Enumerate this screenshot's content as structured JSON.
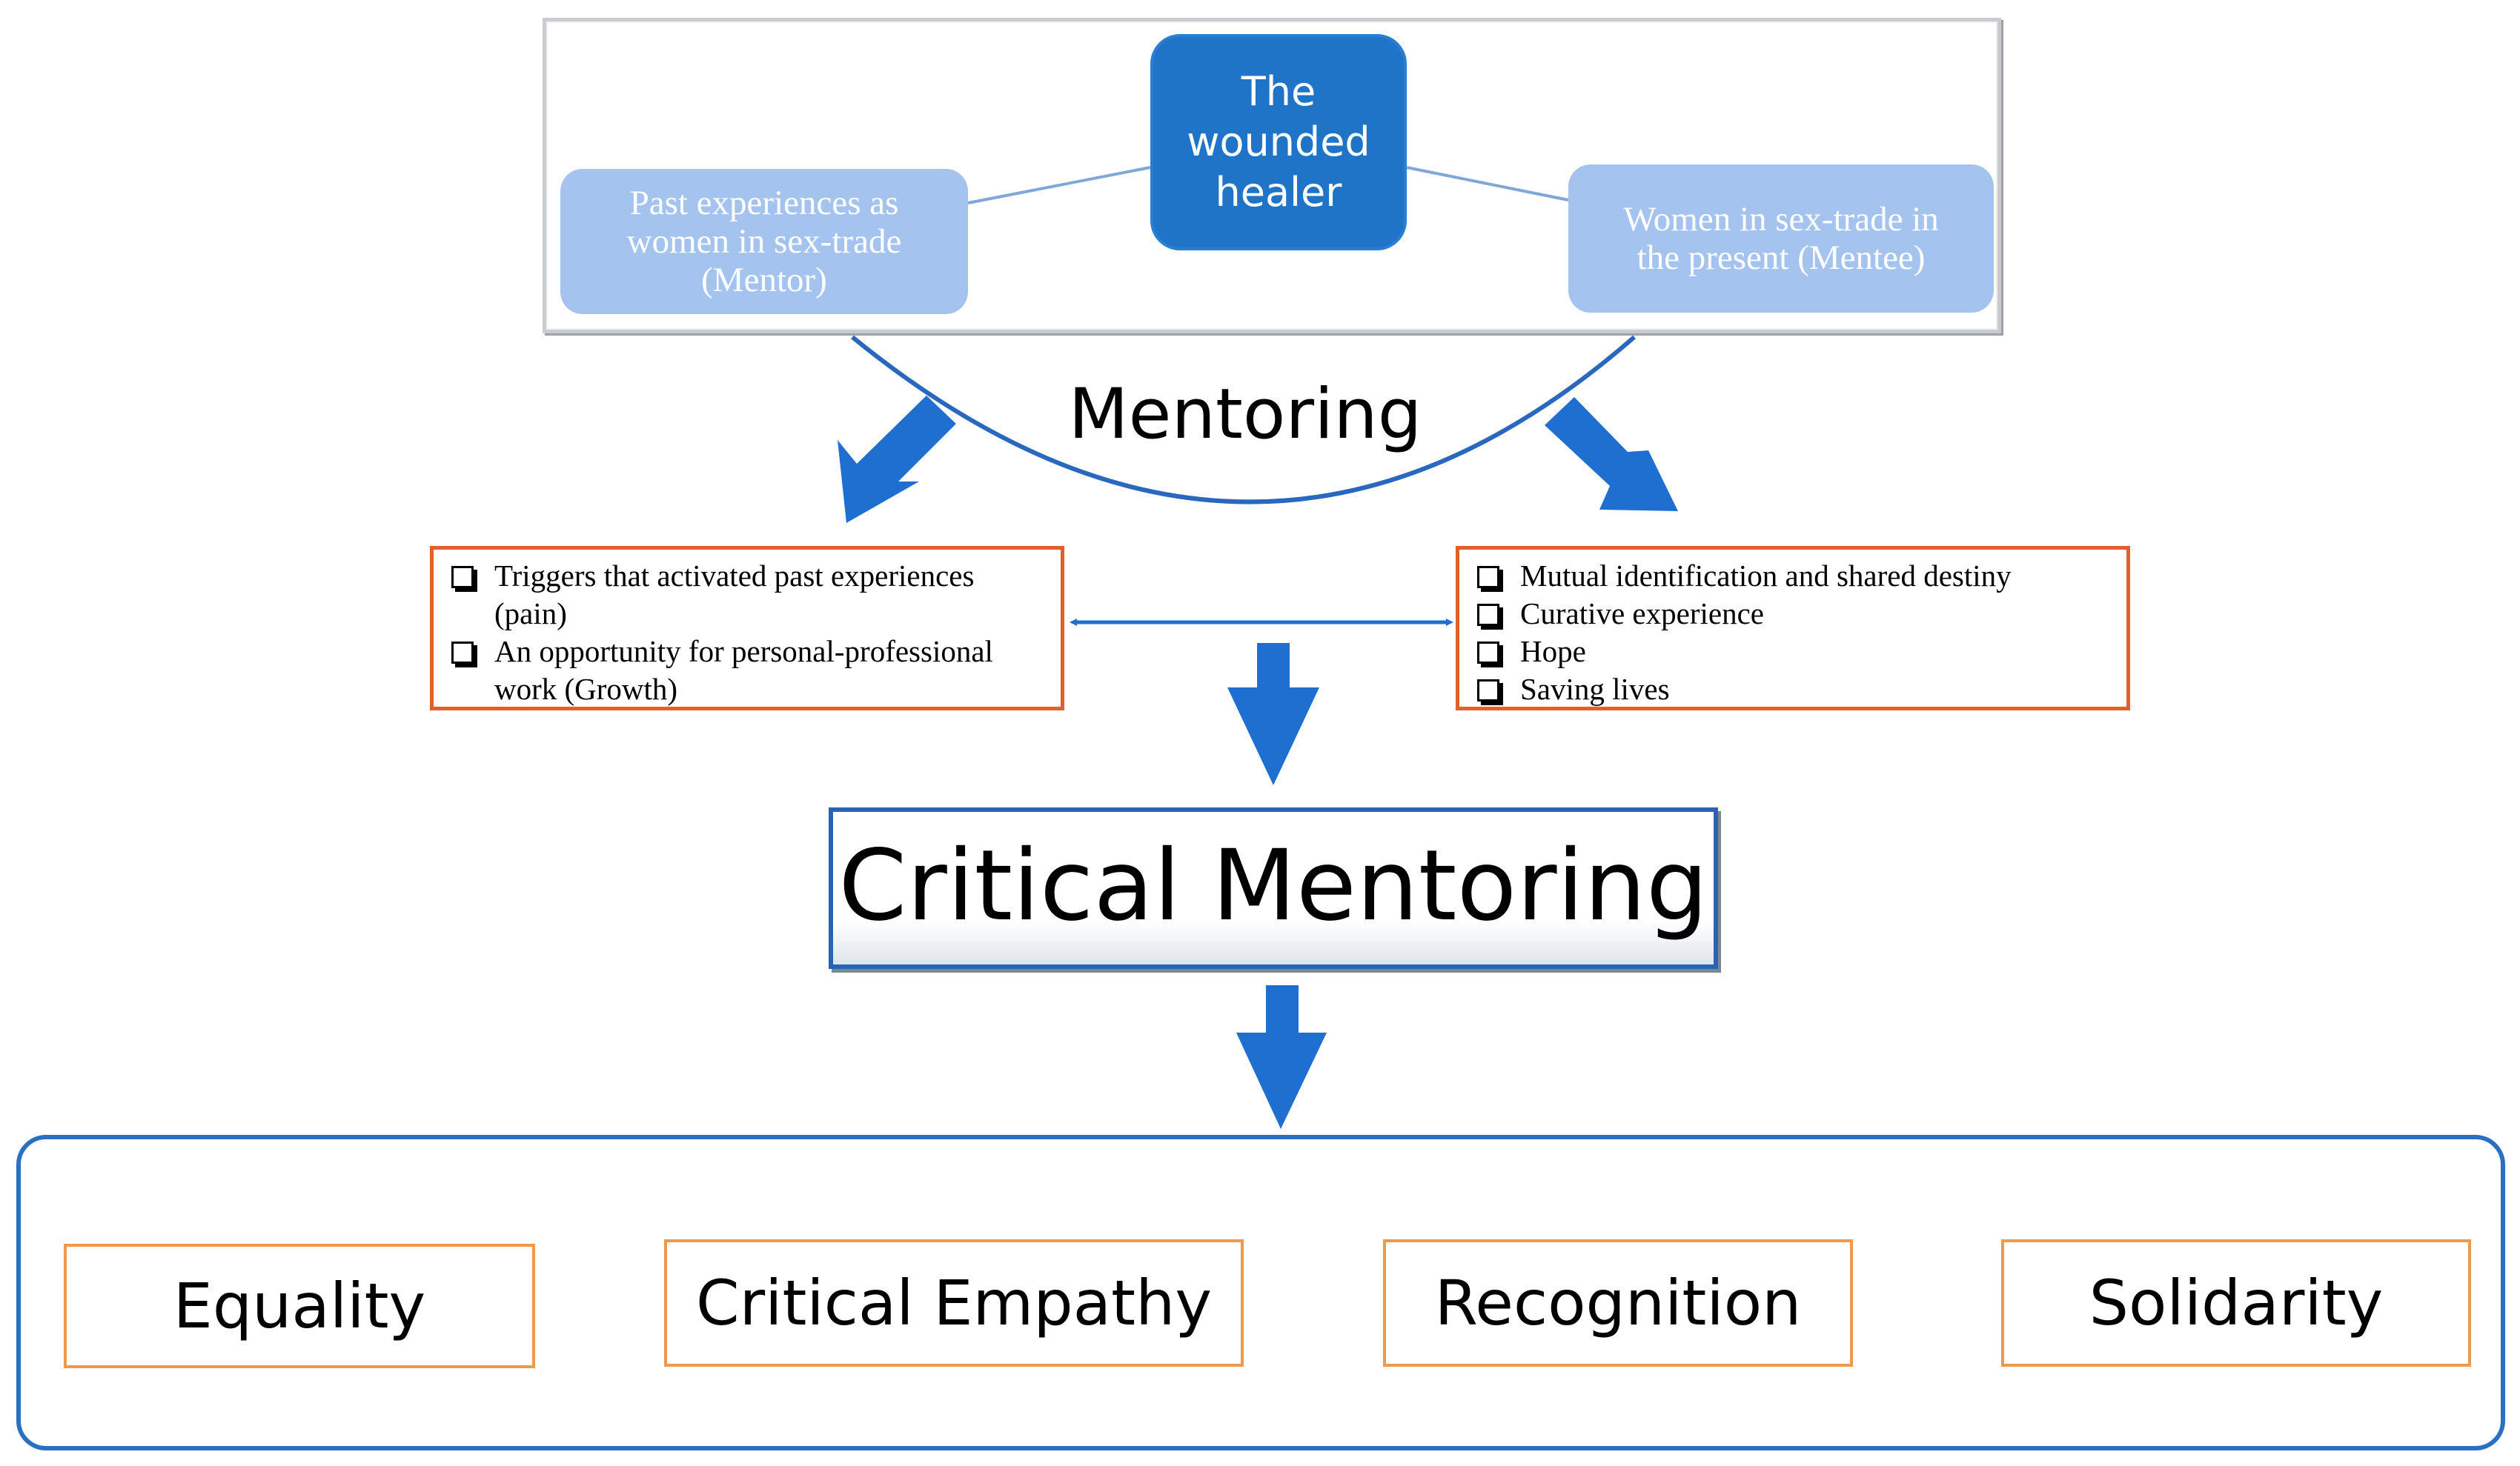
{
  "top_panel": {
    "center": "The\nwounded\nhealer",
    "left": "Past experiences as\nwomen in sex-trade\n(Mentor)",
    "right": "Women in sex-trade in\nthe present (Mentee)"
  },
  "mentoring_label": "Mentoring",
  "left_list": {
    "items": [
      "Triggers that activated past experiences (pain)",
      "An opportunity for personal-professional work (Growth)"
    ]
  },
  "right_list": {
    "items": [
      "Mutual identification and shared destiny",
      "Curative experience",
      "Hope",
      "Saving lives"
    ]
  },
  "critical_mentoring": "Critical Mentoring",
  "values": [
    "Equality",
    "Critical Empathy",
    "Recognition",
    "Solidarity"
  ],
  "colors": {
    "blue_dark": "#1f74c8",
    "blue_light": "#a4c4ef",
    "orange_border": "#e2612a",
    "arrow_blue": "#1f6fd0"
  }
}
